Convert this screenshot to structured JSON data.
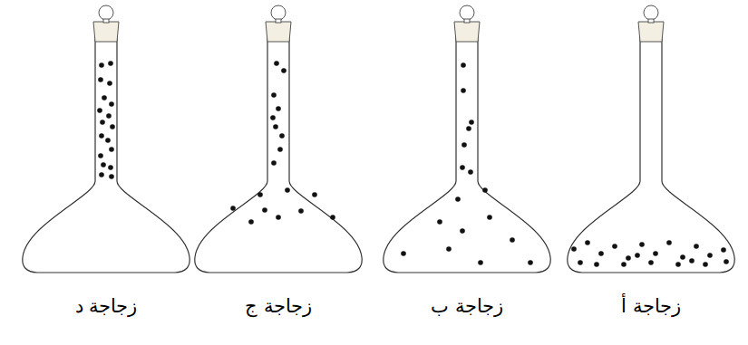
{
  "diagram": {
    "labels": [
      "زجاجة أ",
      "زجاجة ب",
      "زجاجة ج",
      "زجاجة د"
    ]
  }
}
